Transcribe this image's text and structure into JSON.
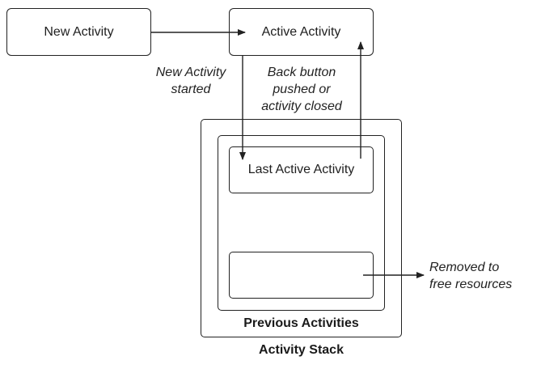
{
  "nodes": {
    "new_activity": "New Activity",
    "active_activity": "Active Activity",
    "last_active_activity": "Last Active Activity"
  },
  "annotations": {
    "new_activity_started": [
      "New Activity",
      "started"
    ],
    "back_button": [
      "Back button",
      "pushed or",
      "activity closed"
    ],
    "removed": [
      "Removed to",
      "free resources"
    ]
  },
  "containers": {
    "previous_activities": "Previous Activities",
    "activity_stack": "Activity Stack"
  }
}
